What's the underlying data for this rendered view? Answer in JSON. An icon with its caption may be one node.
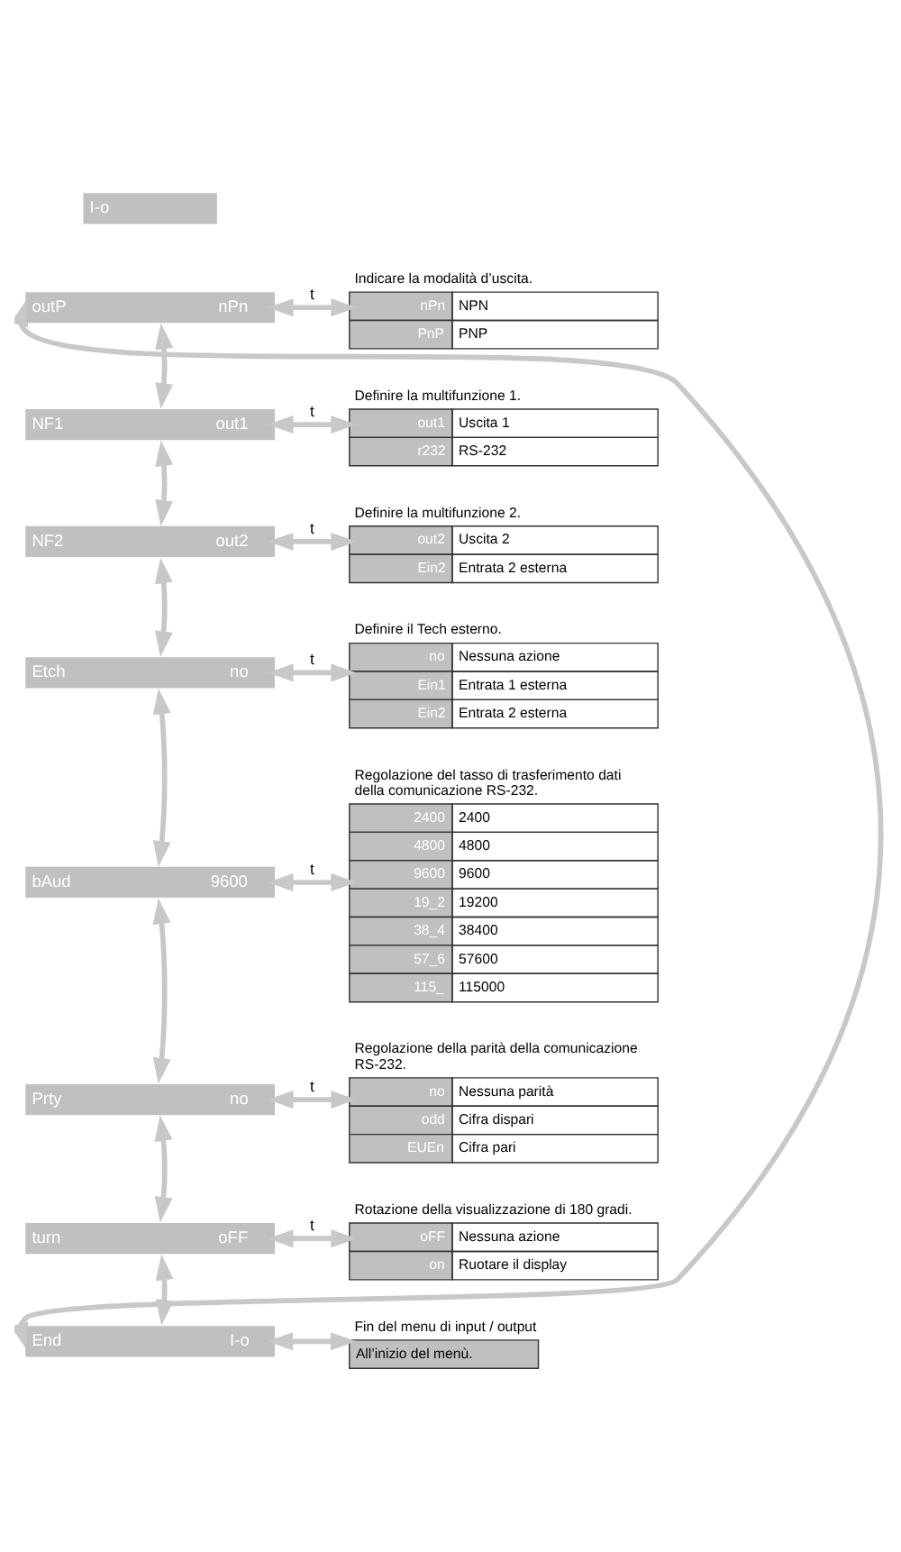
{
  "diagram": {
    "nodes": [
      {
        "text": [
          "I-o"
        ]
      },
      {
        "text": [
          "outP",
          "nPn"
        ]
      },
      {
        "text": [
          "Indicare la modalità d’uscita.",
          "nPn",
          "NPN",
          "PnP",
          "PNP"
        ]
      },
      {
        "text": [
          "NF1",
          "out1"
        ]
      },
      {
        "text": [
          "Definire la multifunzione 1.",
          "out1",
          "Uscita 1",
          "r232",
          "RS-232"
        ]
      },
      {
        "text": [
          "NF2",
          "out2"
        ]
      },
      {
        "text": [
          "Definire la multifunzione 2.",
          "out2",
          "Uscita 2",
          "Ein2",
          "Entrata 2 esterna"
        ]
      },
      {
        "text": [
          "Etch",
          "no"
        ]
      },
      {
        "text": [
          "Definire il Tech esterno.",
          "no",
          "Nessuna azione",
          "Ein1",
          "Entrata 1 esterna",
          "Ein2",
          "Entrata 2 esterna"
        ]
      },
      {
        "text": [
          "bAud",
          "9600"
        ]
      },
      {
        "text": [
          "Regolazione del tasso di trasferimento dati della comunicazione RS-232.",
          "2400",
          "2400",
          "4800",
          "4800",
          "9600",
          "9600",
          "19_2",
          "19200",
          "38_4",
          "38400",
          "57_6",
          "57600",
          "115_",
          "115000"
        ]
      },
      {
        "text": [
          "Prty",
          "no"
        ]
      },
      {
        "text": [
          "Regolazione della parità della comunicazione RS-232.",
          "no",
          "Nessuna parità",
          "odd",
          "Cifra dispari",
          "EUEn",
          "Cifra pari"
        ]
      },
      {
        "text": [
          "turn",
          "oFF"
        ]
      },
      {
        "text": [
          "Rotazione della visualizzazione di 180 gradi.",
          "oFF",
          "Nessuna azione",
          "on",
          "Ruotare il display"
        ]
      },
      {
        "text": [
          "End",
          "I-o"
        ]
      },
      {
        "text": [
          "Fin del menu di input / output",
          "All’inizio del menù."
        ]
      }
    ],
    "edges": [
      {
        "from": 1,
        "to": 2,
        "arrow": "both",
        "label": "t"
      },
      {
        "from": 1,
        "to": 3,
        "arrow": "both"
      },
      {
        "from": 3,
        "to": 4,
        "arrow": "both",
        "label": "t"
      },
      {
        "from": 3,
        "to": 5,
        "arrow": "both"
      },
      {
        "from": 5,
        "to": 6,
        "arrow": "both",
        "label": "t"
      },
      {
        "from": 5,
        "to": 7,
        "arrow": "both"
      },
      {
        "from": 7,
        "to": 8,
        "arrow": "both",
        "label": "t"
      },
      {
        "from": 7,
        "to": 9,
        "arrow": "both"
      },
      {
        "from": 9,
        "to": 10,
        "arrow": "both",
        "label": "t"
      },
      {
        "from": 9,
        "to": 11,
        "arrow": "both"
      },
      {
        "from": 11,
        "to": 12,
        "arrow": "both",
        "label": "t"
      },
      {
        "from": 11,
        "to": 13,
        "arrow": "both"
      },
      {
        "from": 13,
        "to": 14,
        "arrow": "both",
        "label": "t"
      },
      {
        "from": 13,
        "to": 15,
        "arrow": "both"
      },
      {
        "from": 15,
        "to": 16,
        "arrow": "both"
      },
      {
        "from": 15,
        "to": 1,
        "arrow": "both"
      }
    ]
  }
}
